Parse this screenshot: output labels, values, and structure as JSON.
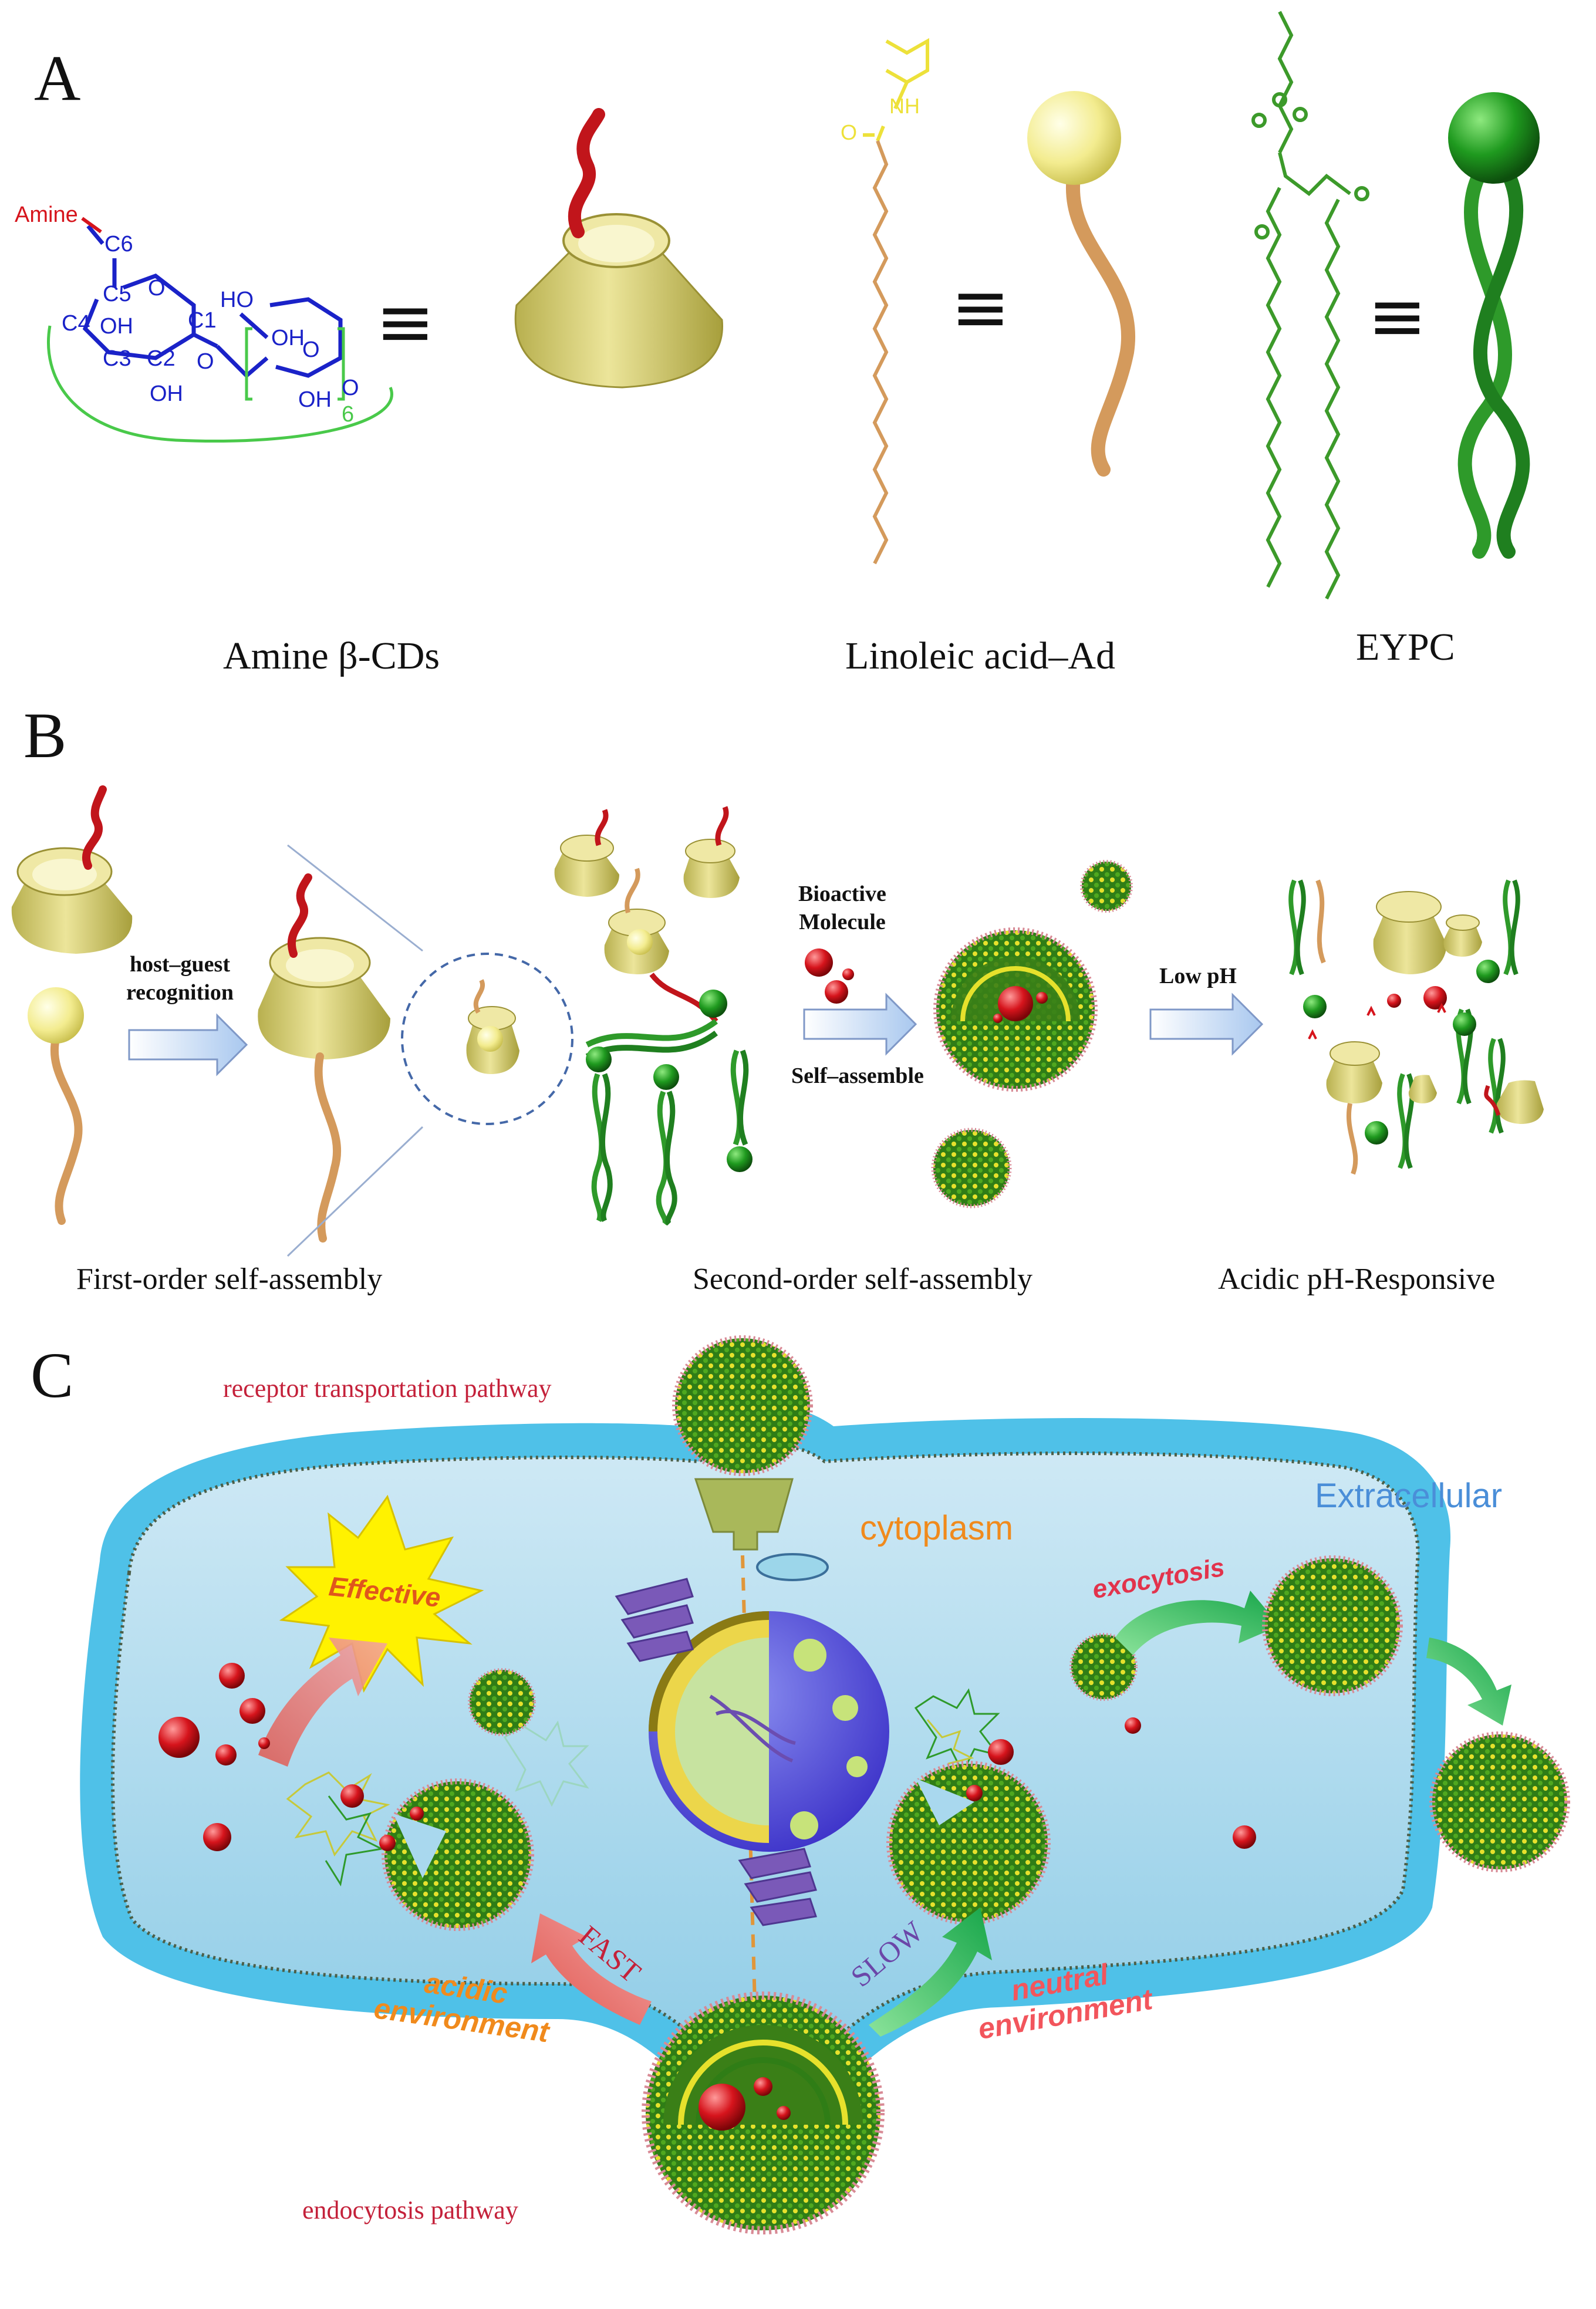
{
  "panels": {
    "a": "A",
    "b": "B",
    "c": "C"
  },
  "panel_a": {
    "labels": {
      "amine_cd": "Amine β-CDs",
      "linoleic_ad": "Linoleic acid–Ad",
      "eypc": "EYPC"
    },
    "equiv_symbol": "≡",
    "structure_text": {
      "amine": "Amine",
      "c6": "C6",
      "c5": "C5",
      "c4": "C4",
      "c3": "C3",
      "c2": "C2",
      "c1": "C1",
      "o": "O",
      "oh": "OH",
      "ho": "HO",
      "six": "6",
      "nh": "NH"
    }
  },
  "panel_b": {
    "arrow1": "host–guest\nrecognition",
    "arrow2_top": "Bioactive\nMolecule",
    "arrow2_bottom": "Self–assemble",
    "arrow3": "Low pH",
    "captions": {
      "first": "First-order self-assembly",
      "second": "Second-order self-assembly",
      "third": "Acidic pH-Responsive"
    }
  },
  "panel_c": {
    "receptor": "receptor  transportation pathway",
    "cytoplasm": "cytoplasm",
    "extracellular": "Extracellular",
    "effective": "Effective",
    "exocytosis": "exocytosis",
    "fast": "FAST",
    "slow": "SLOW",
    "acidic": "acidic\nenvironment",
    "neutral": "neutral\nenvironment",
    "endocytosis": "endocytosis pathway"
  },
  "colors": {
    "cd_yellow": "#e3dc7c",
    "ad_yellow": "#f5ef9a",
    "linoleic_tan": "#d49a5c",
    "eypc_green": "#2e9a2a",
    "membrane_blue": "#4fc1e8",
    "cytoplasm_blue": "#a9d8ee",
    "drug_red": "#d6141c",
    "accent_red": "#c4213a",
    "struct_blue": "#1a22c8",
    "cytoplasm_orange": "#f08a1c",
    "extracellular_blue": "#4a8ed8"
  }
}
